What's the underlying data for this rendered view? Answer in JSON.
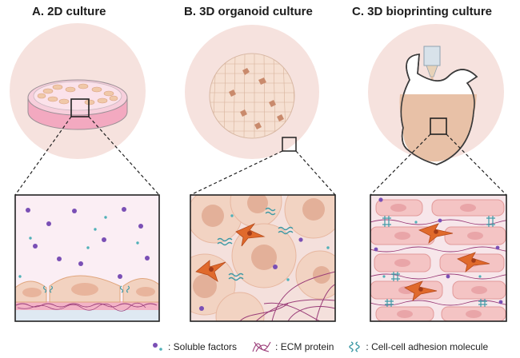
{
  "panels": [
    {
      "title": "A. 2D culture"
    },
    {
      "title": "B. 3D organoid culture"
    },
    {
      "title": "C. 3D bioprinting culture"
    }
  ],
  "legend": {
    "soluble_factors": ": Soluble factors",
    "ecm_protein": ": ECM protein",
    "adhesion_molecule": ": Cell-cell adhesion molecule"
  },
  "colors": {
    "background_circle": "#f6e2de",
    "cell_peach": "#f2d2c0",
    "cell_nucleus": "#e8b49c",
    "fibroblast": "#e06a2c",
    "soluble_factor_purple": "#7a4fb5",
    "soluble_factor_teal": "#4fb0b8",
    "ecm_magenta": "#9a3c78",
    "adhesion_teal": "#3f9aa6",
    "medium_pink": "#fbeef4"
  }
}
